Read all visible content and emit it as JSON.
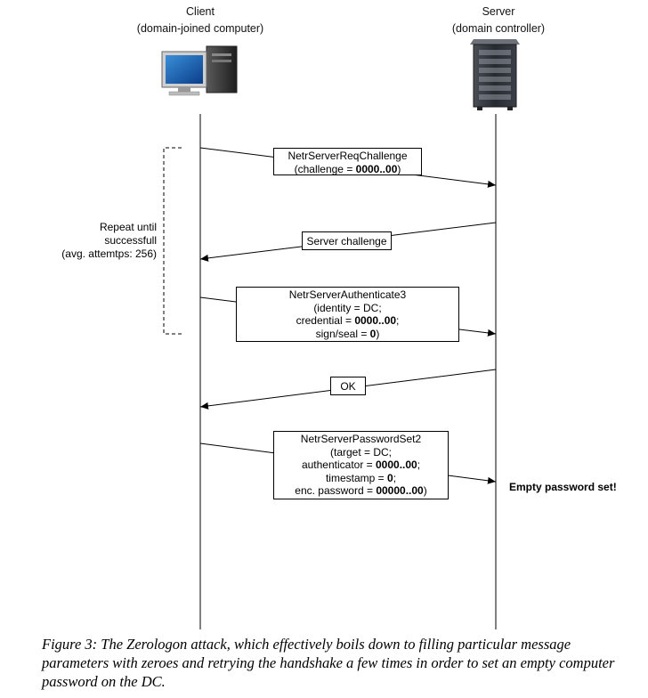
{
  "client": {
    "title": "Client",
    "subtitle": "(domain-joined computer)",
    "icon": "desktop-computer-icon"
  },
  "server": {
    "title": "Server",
    "subtitle": "(domain controller)",
    "icon": "server-rack-icon"
  },
  "repeat_note": {
    "line1": "Repeat until",
    "line2": "successfull",
    "line3": "(avg. attemtps: 256)"
  },
  "messages": [
    {
      "direction": "client-to-server",
      "lines": [
        [
          "NetrServerReqChallenge",
          ""
        ],
        [
          "(challenge = ",
          "0000..00",
          ")"
        ]
      ]
    },
    {
      "direction": "server-to-client",
      "lines": [
        [
          "Server challenge"
        ]
      ]
    },
    {
      "direction": "client-to-server",
      "lines": [
        [
          "NetrServerAuthenticate3"
        ],
        [
          "(identity = DC;"
        ],
        [
          "credential = ",
          "0000..00",
          ";"
        ],
        [
          "sign/seal = ",
          "0",
          ")"
        ]
      ]
    },
    {
      "direction": "server-to-client",
      "lines": [
        [
          "OK"
        ]
      ]
    },
    {
      "direction": "client-to-server",
      "lines": [
        [
          "NetrServerPasswordSet2"
        ],
        [
          "(target = DC;"
        ],
        [
          "authenticator = ",
          "0000..00",
          ";"
        ],
        [
          "timestamp = ",
          "0",
          ";"
        ],
        [
          "enc. password = ",
          "00000..00",
          ")"
        ]
      ]
    }
  ],
  "m1": {
    "l1": "NetrServerReqChallenge",
    "l2a": "(challenge = ",
    "l2b": "0000..00",
    "l2c": ")"
  },
  "m2": {
    "l1": "Server challenge"
  },
  "m3": {
    "l1": "NetrServerAuthenticate3",
    "l2": "(identity = DC;",
    "l3a": "credential = ",
    "l3b": "0000..00",
    "l3c": ";",
    "l4a": "sign/seal = ",
    "l4b": "0",
    "l4c": ")"
  },
  "m4": {
    "l1": "OK"
  },
  "m5": {
    "l1": "NetrServerPasswordSet2",
    "l2": "(target = DC;",
    "l3a": "authenticator = ",
    "l3b": "0000..00",
    "l3c": ";",
    "l4a": "timestamp = ",
    "l4b": "0",
    "l4c": ";",
    "l5a": "enc. password = ",
    "l5b": "00000..00",
    "l5c": ")"
  },
  "result": "Empty password set!",
  "caption": "Figure 3: The Zerologon attack, which effectively boils down to filling particular message parameters with zeroes and retrying the handshake a few times in order to set an empty computer password on the DC."
}
